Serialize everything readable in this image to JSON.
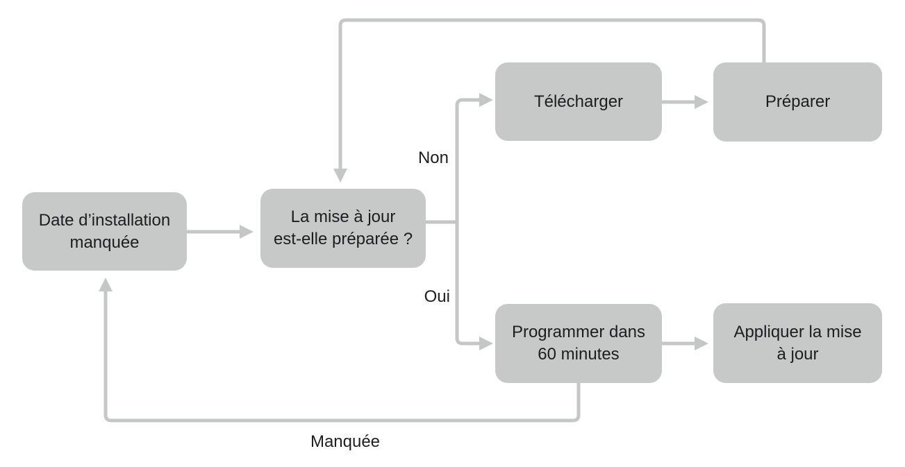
{
  "diagram": {
    "nodes": {
      "missed_install": {
        "label": "Date d’installation\nmanquée"
      },
      "is_prepared": {
        "label": "La mise à jour\nest-elle préparée ?"
      },
      "download": {
        "label": "Télécharger"
      },
      "prepare": {
        "label": "Préparer"
      },
      "schedule": {
        "label": "Programmer dans\n60 minutes"
      },
      "apply": {
        "label": "Appliquer la mise\nà jour"
      }
    },
    "edge_labels": {
      "non": "Non",
      "oui": "Oui",
      "manquee": "Manquée"
    },
    "colors": {
      "node_fill": "#c7c8c8",
      "connector": "#c5c6c6",
      "text": "#1d1d1f",
      "background": "#ffffff"
    }
  }
}
